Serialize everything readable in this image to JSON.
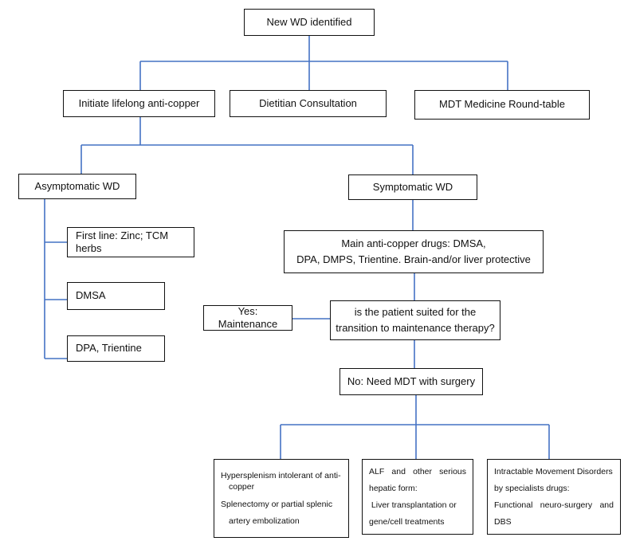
{
  "colors": {
    "connector": "#4472c4",
    "border": "#111111"
  },
  "nodes": {
    "root": "New WD identified",
    "initiate": "Initiate lifelong anti-copper",
    "dietitian": "Dietitian Consultation",
    "mdt_roundtable": "MDT Medicine Round-table",
    "asymptomatic": "Asymptomatic WD",
    "symptomatic": "Symptomatic WD",
    "first_line": "First line: Zinc; TCM herbs",
    "dmsa": "DMSA",
    "dpa_trientine": "DPA, Trientine",
    "main_drugs": {
      "line1": "Main anti-copper drugs: DMSA,",
      "line2": "DPA,  DMPS, Trientine. Brain-and/or liver protective"
    },
    "question": {
      "line1": "is the patient suited for the",
      "line2": "transition to maintenance therapy?"
    },
    "yes_maintenance": "Yes: Maintenance",
    "no_mdt": "No: Need MDT with surgery",
    "hypersplenism": {
      "line1": "Hypersplenism intolerant of anti-",
      "line2": "copper",
      "line3": "Splenectomy or partial splenic",
      "line4": "artery embolization"
    },
    "alf": {
      "line1": "ALF and other serious",
      "line2": "hepatic form:",
      "line3": " Liver transplantation or",
      "line4": "gene/cell treatments"
    },
    "movement": {
      "line1": "Intractable Movement Disorders",
      "line2": "by specialists drugs:",
      "line3": "Functional neuro-surgery and",
      "line4": "DBS"
    }
  }
}
